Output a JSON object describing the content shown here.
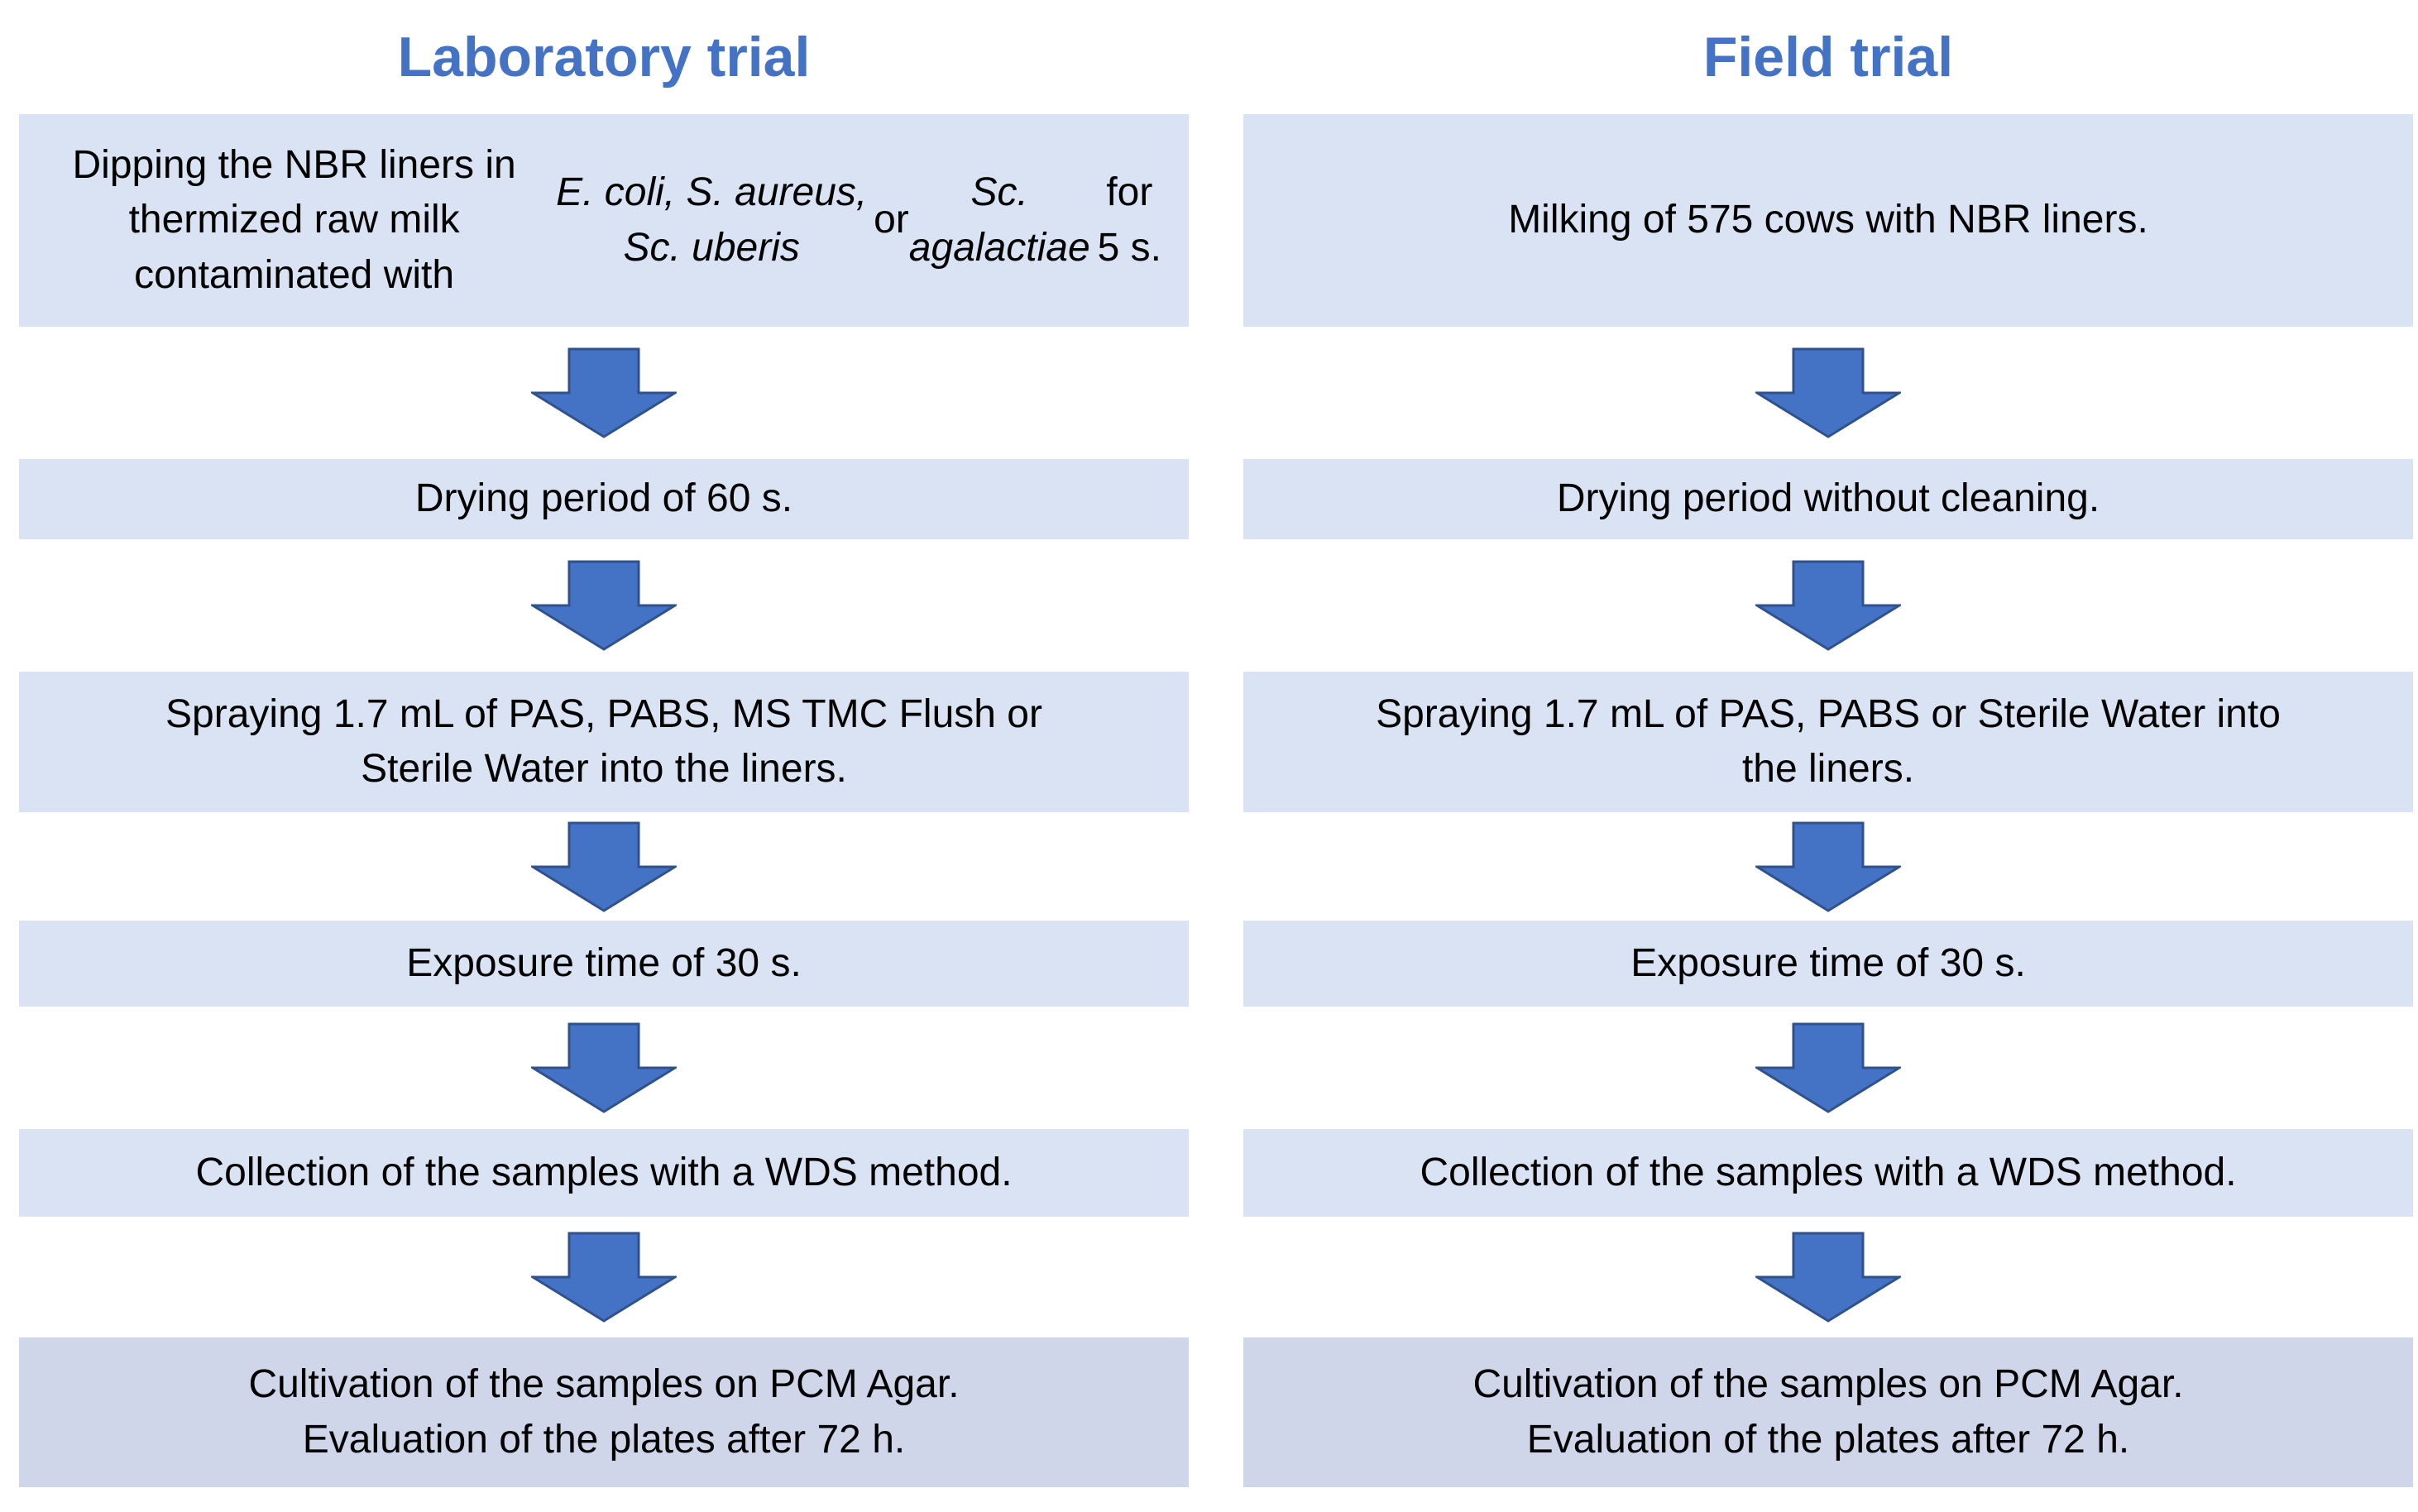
{
  "diagram": {
    "type": "flowchart",
    "colors": {
      "box_fill": "#dae3f3",
      "final_box_fill": "#cfd6ea",
      "arrow_fill": "#4472c4",
      "arrow_border": "#2f528f",
      "title_text": "#4472c4",
      "box_text": "#000000",
      "background": "#ffffff"
    },
    "arrow_icon": "block-down-arrow-icon",
    "columns": [
      {
        "id": "laboratory",
        "title": "Laboratory trial",
        "boxes": [
          {
            "segments": [
              {
                "t": "Dipping the NBR liners in thermized raw milk\ncontaminated with ",
                "i": false
              },
              {
                "t": "E. coli, S. aureus, Sc. uberis",
                "i": true
              },
              {
                "t": " or ",
                "i": false
              },
              {
                "t": "Sc.\nagalactiae",
                "i": true
              },
              {
                "t": " for 5 s.",
                "i": false
              }
            ]
          },
          {
            "segments": [
              {
                "t": "Drying period of 60 s.",
                "i": false
              }
            ]
          },
          {
            "segments": [
              {
                "t": "Spraying 1.7 mL of PAS, PABS, MS TMC Flush or\nSterile Water into the liners.",
                "i": false
              }
            ]
          },
          {
            "segments": [
              {
                "t": "Exposure time of 30 s.",
                "i": false
              }
            ]
          },
          {
            "segments": [
              {
                "t": "Collection of the samples with a WDS method.",
                "i": false
              }
            ]
          },
          {
            "segments": [
              {
                "t": "Cultivation of the samples on PCM Agar.\nEvaluation of the plates after 72 h.",
                "i": false
              }
            ]
          }
        ]
      },
      {
        "id": "field",
        "title": "Field trial",
        "boxes": [
          {
            "segments": [
              {
                "t": "Milking of 575 cows with NBR liners.",
                "i": false
              }
            ]
          },
          {
            "segments": [
              {
                "t": "Drying period without cleaning.",
                "i": false
              }
            ]
          },
          {
            "segments": [
              {
                "t": "Spraying 1.7 mL of PAS, PABS or Sterile Water into\nthe liners.",
                "i": false
              }
            ]
          },
          {
            "segments": [
              {
                "t": "Exposure time of 30 s.",
                "i": false
              }
            ]
          },
          {
            "segments": [
              {
                "t": "Collection of the samples with a WDS method.",
                "i": false
              }
            ]
          },
          {
            "segments": [
              {
                "t": "Cultivation of the samples on PCM Agar.\nEvaluation of the plates after 72 h.",
                "i": false
              }
            ]
          }
        ]
      }
    ]
  }
}
